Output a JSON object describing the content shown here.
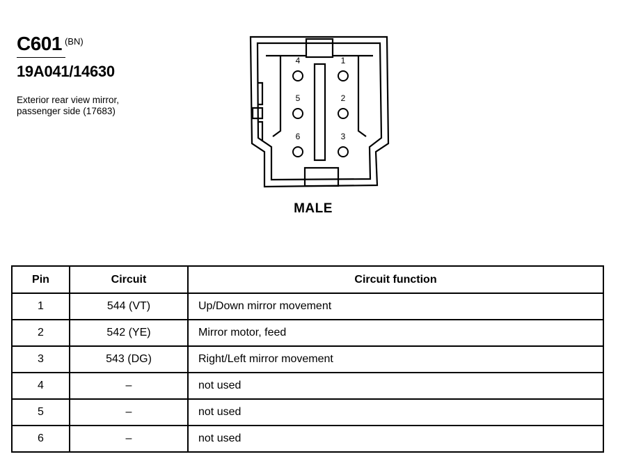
{
  "header": {
    "connector_id": "C601",
    "connector_color": "(BN)",
    "part_number": "19A041/14630",
    "description": "Exterior rear view mirror, passenger side (17683)"
  },
  "connector": {
    "gender": "MALE",
    "pin_labels": [
      "1",
      "2",
      "3",
      "4",
      "5",
      "6"
    ]
  },
  "table": {
    "headers": {
      "pin": "Pin",
      "circuit": "Circuit",
      "function": "Circuit function"
    },
    "rows": [
      {
        "pin": "1",
        "circuit": "544 (VT)",
        "function": "Up/Down mirror movement"
      },
      {
        "pin": "2",
        "circuit": "542 (YE)",
        "function": "Mirror motor, feed"
      },
      {
        "pin": "3",
        "circuit": "543 (DG)",
        "function": "Right/Left mirror movement"
      },
      {
        "pin": "4",
        "circuit": "–",
        "function": "not used"
      },
      {
        "pin": "5",
        "circuit": "–",
        "function": "not used"
      },
      {
        "pin": "6",
        "circuit": "–",
        "function": "not used"
      }
    ]
  }
}
